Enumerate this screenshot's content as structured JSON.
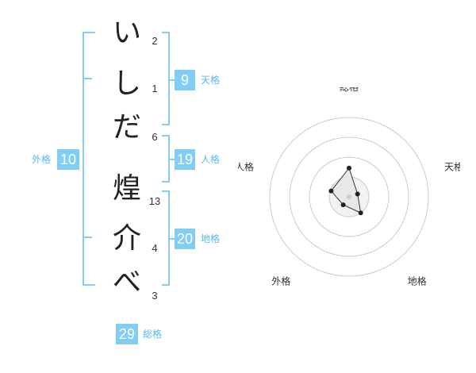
{
  "name_chars": [
    {
      "char": "い",
      "strokes": "2"
    },
    {
      "char": "し",
      "strokes": "1"
    },
    {
      "char": "だ",
      "strokes": "6"
    },
    {
      "char": "煌",
      "strokes": "13"
    },
    {
      "char": "介",
      "strokes": "4"
    },
    {
      "char": "べ",
      "strokes": "3"
    }
  ],
  "fortune": {
    "tenkaku": {
      "value": "9",
      "label": "天格"
    },
    "jinkaku": {
      "value": "19",
      "label": "人格"
    },
    "chikaku": {
      "value": "20",
      "label": "地格"
    },
    "gaikaku": {
      "value": "10",
      "label": "外格"
    },
    "soukaku": {
      "value": "29",
      "label": "総格"
    }
  },
  "chart_data": {
    "type": "radar",
    "axes": [
      "総格",
      "天格",
      "地格",
      "外格",
      "人格"
    ],
    "values": [
      29,
      9,
      20,
      10,
      19
    ],
    "rings": 4,
    "colors": {
      "ring": "#cccccc",
      "fill": "#e6e6e6",
      "stroke": "#333333",
      "point": "#222222"
    }
  },
  "colors": {
    "accent": "#82cdf5",
    "accent_text": "#5ab9ea",
    "line": "#88ccf0"
  }
}
